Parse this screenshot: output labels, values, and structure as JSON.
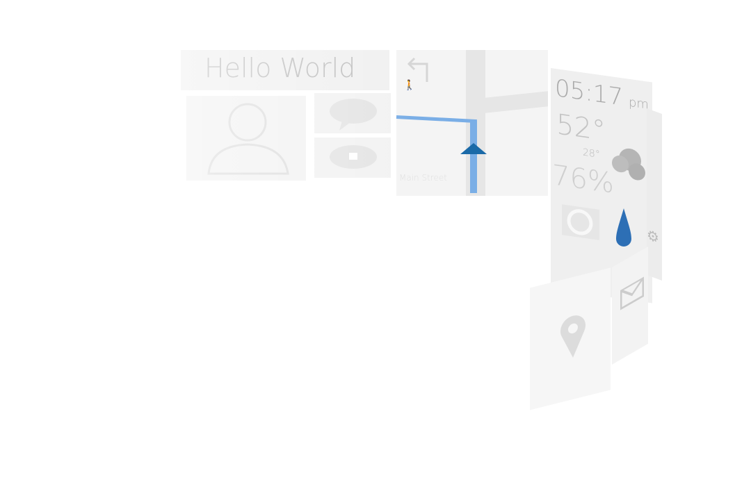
{
  "hello_card": {
    "title": "Hello World",
    "icon": "person-icon"
  },
  "message_icons": [
    "speech-bubble-icon",
    "video-message-icon"
  ],
  "navigation": {
    "turn_icon": "turn-left-arrow-icon",
    "walk_icon": "walking-icon",
    "street": "Main Street",
    "route_color": "#7aaee6",
    "arrow_color": "#1a6aa8"
  },
  "clock": {
    "time": "05:17",
    "ampm": "pm"
  },
  "weather": {
    "temp": "52°",
    "low": "28°",
    "humidity": "76%",
    "icon": "cloud-icon",
    "drop_color": "#2d6fb5"
  },
  "other_icons": [
    "camera-icon",
    "gear-icon",
    "mail-icon",
    "map-pin-icon"
  ]
}
